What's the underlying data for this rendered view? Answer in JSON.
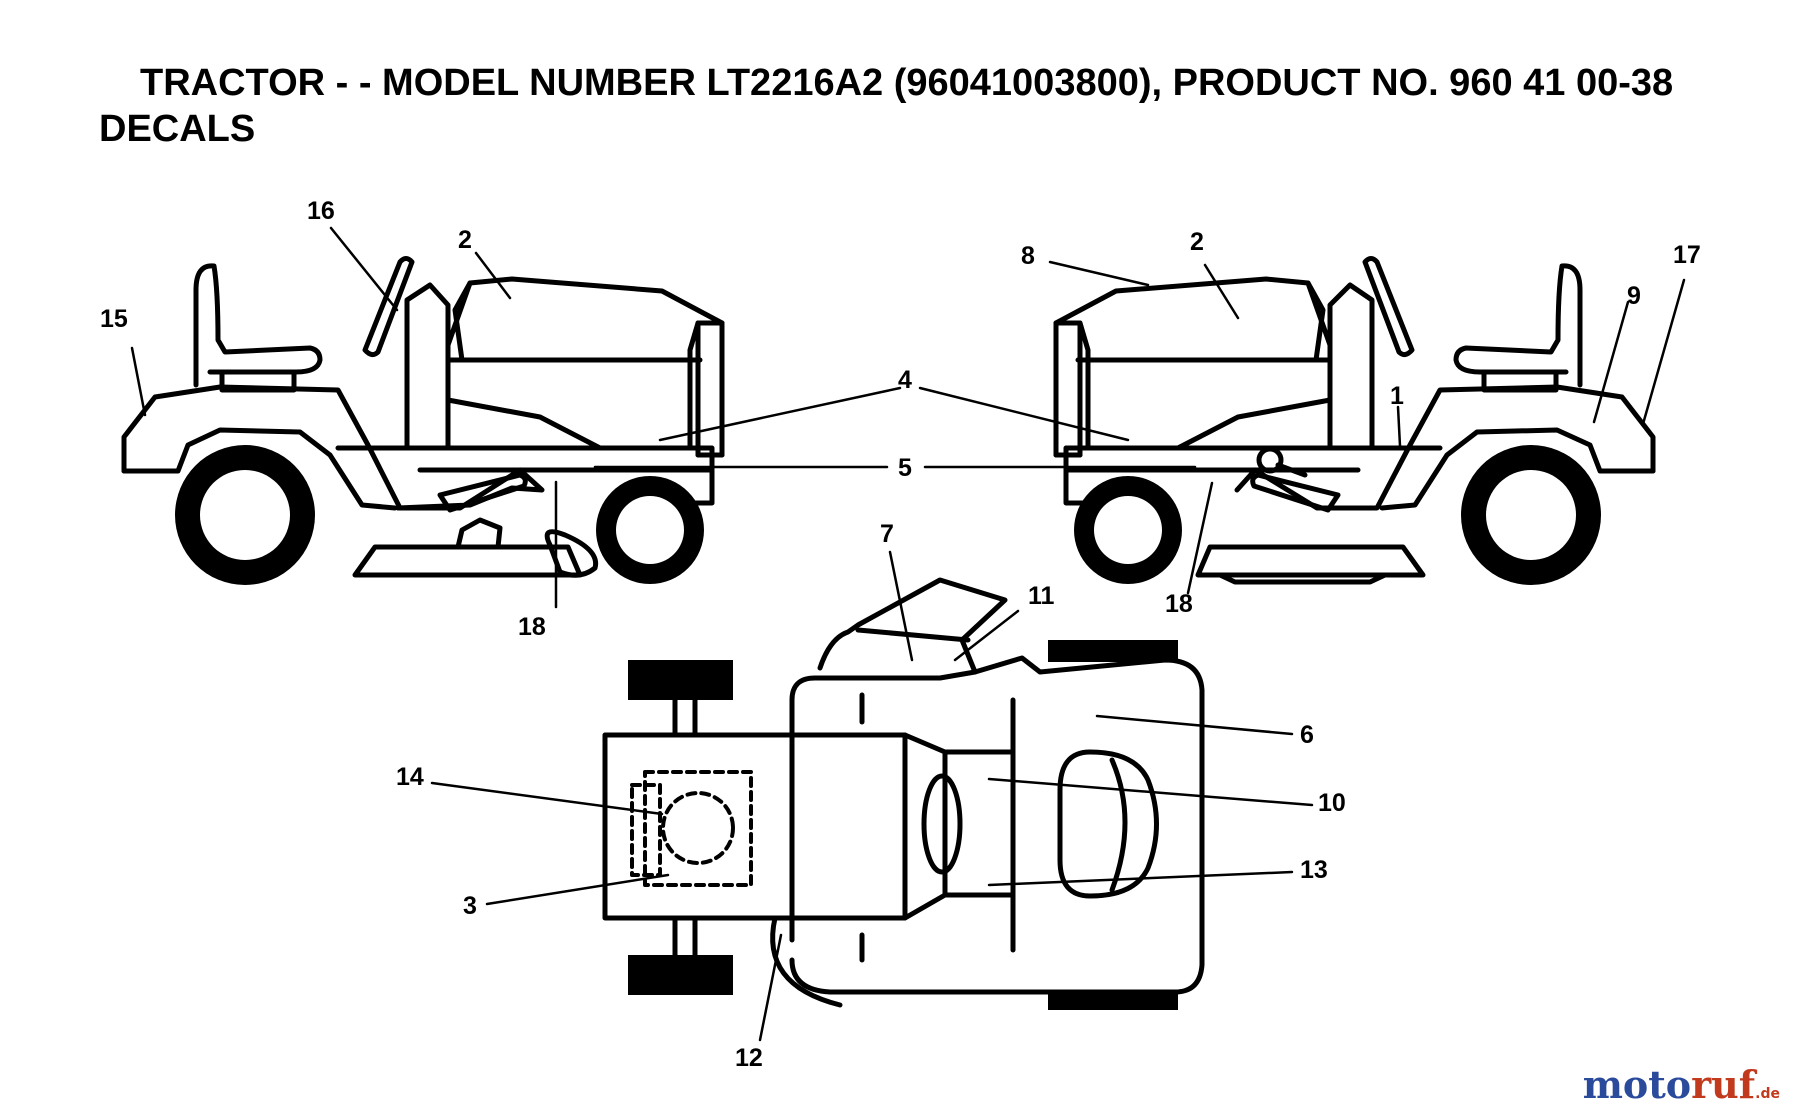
{
  "header": {
    "title": "TRACTOR - - MODEL NUMBER LT2216A2 (96041003800), PRODUCT NO. 960 41 00-38",
    "subtitle": "DECALS"
  },
  "callouts": {
    "left_view": {
      "c15": "15",
      "c16": "16",
      "c2": "2",
      "c18": "18"
    },
    "right_view": {
      "c8": "8",
      "c2": "2",
      "c17": "17",
      "c9": "9",
      "c1": "1",
      "c18": "18"
    },
    "shared": {
      "c4": "4",
      "c5": "5"
    },
    "top_view": {
      "c7": "7",
      "c11": "11",
      "c6": "6",
      "c10": "10",
      "c13": "13",
      "c14": "14",
      "c3": "3",
      "c12": "12"
    }
  },
  "watermark": {
    "part_a": "moto",
    "part_b": "ruf",
    "part_c": ".de"
  },
  "colors": {
    "line": "#000000",
    "background": "#ffffff",
    "watermark_blue": "#2a4a9c",
    "watermark_red": "#c23a1e"
  }
}
